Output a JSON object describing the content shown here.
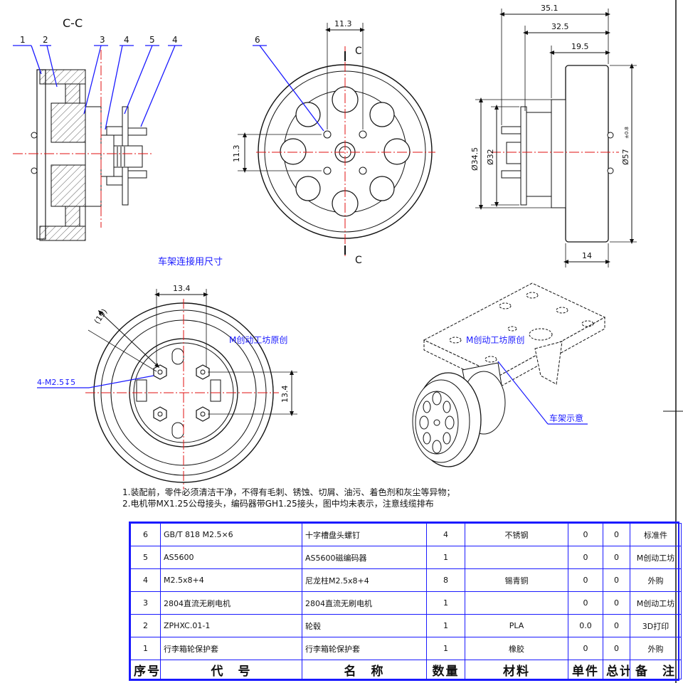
{
  "section_title": "C-C",
  "section_marks": [
    "C",
    "C"
  ],
  "balloons": [
    "1",
    "2",
    "3",
    "4",
    "5",
    "4",
    "6"
  ],
  "dims_front": {
    "d1": "11.3",
    "d2": "11.3"
  },
  "dims_side": {
    "w1": "35.1",
    "w2": "32.5",
    "w3": "19.5",
    "dia1": "Ø34.5",
    "dia2": "Ø32",
    "dia3": "Ø57",
    "dia3_tol": "±0.8",
    "thick": "14"
  },
  "frame_label": "车架连接用尺寸",
  "dims_rear": {
    "w": "13.4",
    "h": "13.4",
    "diag": "(19)",
    "hole_callout": "4-M2.5↧5"
  },
  "watermark": "M创动工坊原创",
  "frame_note": "车架示意",
  "notes": [
    "1.装配前，零件必须清洁干净，不得有毛刺、锈蚀、切屑、油污、着色剂和灰尘等异物；",
    "2.电机带MX1.25公母接头，编码器带GH1.25接头，图中均未表示，注意线缆排布"
  ],
  "bom": {
    "rows": [
      {
        "no": "6",
        "code": "GB/T 818 M2.5×6",
        "name": "十字槽盘头螺钉",
        "qty": "4",
        "material": "不锈钢",
        "unit": "0",
        "total": "0",
        "remark": "标准件"
      },
      {
        "no": "5",
        "code": "AS5600",
        "name": "AS5600磁编码器",
        "qty": "1",
        "material": "",
        "unit": "0",
        "total": "0",
        "remark": "M创动工坊"
      },
      {
        "no": "4",
        "code": "M2.5x8+4",
        "name": "尼龙柱M2.5x8+4",
        "qty": "8",
        "material": "锡青铜",
        "unit": "0",
        "total": "0",
        "remark": "外购"
      },
      {
        "no": "3",
        "code": "2804直流无刷电机",
        "name": "2804直流无刷电机",
        "qty": "1",
        "material": "",
        "unit": "0",
        "total": "0",
        "remark": "M创动工坊"
      },
      {
        "no": "2",
        "code": "ZPHXC.01-1",
        "name": "轮毂",
        "qty": "1",
        "material": "PLA",
        "unit": "0.0",
        "total": "0",
        "remark": "3D打印"
      },
      {
        "no": "1",
        "code": "行李箱轮保护套",
        "name": "行李箱轮保护套",
        "qty": "1",
        "material": "橡胶",
        "unit": "0",
        "total": "0",
        "remark": "外购"
      }
    ],
    "header": {
      "no": "序号",
      "code": "代　号",
      "name": "名　称",
      "qty": "数量",
      "material": "材料",
      "unit": "单件",
      "total": "总计",
      "remark": "备　注"
    }
  }
}
